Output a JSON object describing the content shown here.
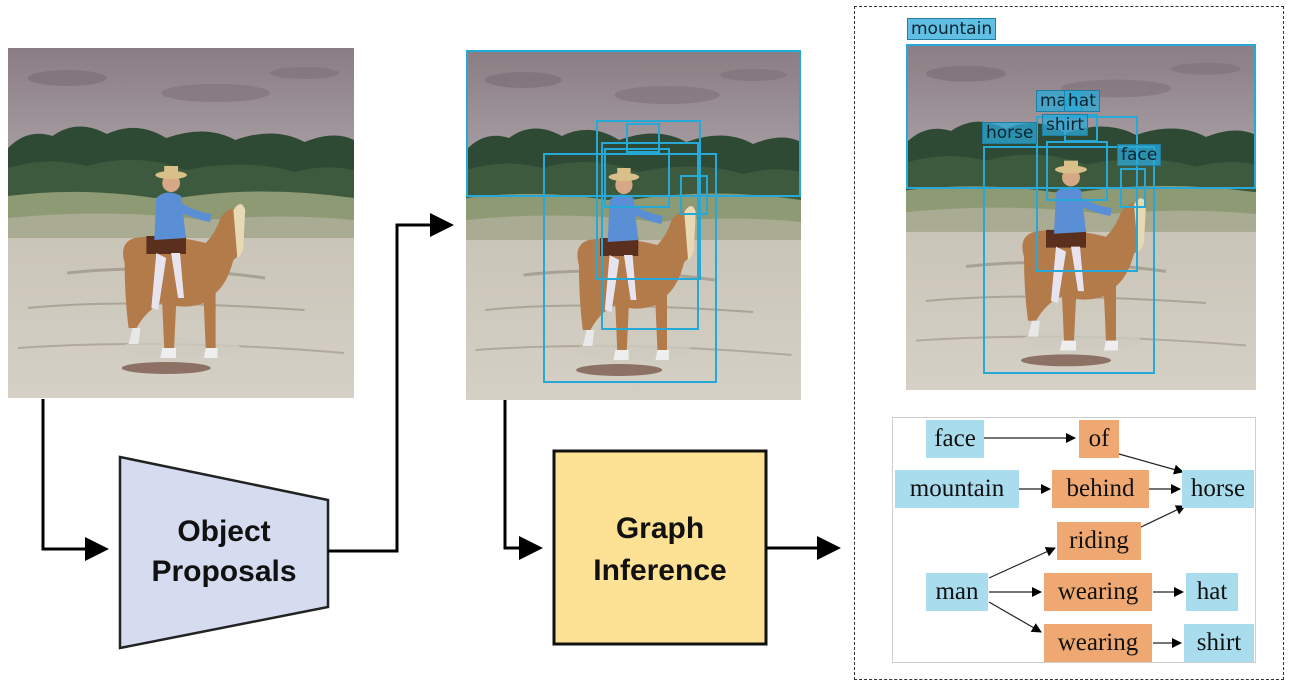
{
  "blocks": {
    "object_proposals": "Object\nProposals",
    "graph_inference": "Graph\nInference"
  },
  "detections": {
    "labels": [
      "mountain",
      "man",
      "hat",
      "horse",
      "shirt",
      "face"
    ]
  },
  "scene_graph": {
    "objects": [
      "face",
      "mountain",
      "horse",
      "man",
      "hat",
      "shirt"
    ],
    "predicates": [
      "of",
      "behind",
      "riding",
      "wearing",
      "wearing"
    ],
    "relations": [
      {
        "subject": "face",
        "predicate": "of",
        "object": "horse"
      },
      {
        "subject": "mountain",
        "predicate": "behind",
        "object": "horse"
      },
      {
        "subject": "man",
        "predicate": "riding",
        "object": "horse"
      },
      {
        "subject": "man",
        "predicate": "wearing",
        "object": "hat"
      },
      {
        "subject": "man",
        "predicate": "wearing",
        "object": "shirt"
      }
    ]
  },
  "colors": {
    "box_outline": "#27a9d8",
    "object_node": "#a9dcec",
    "predicate_node": "#f0a872",
    "proposal_block": "#d5dcf0",
    "inference_block": "#fde295"
  },
  "icons": [
    "horse-rider-photo"
  ]
}
